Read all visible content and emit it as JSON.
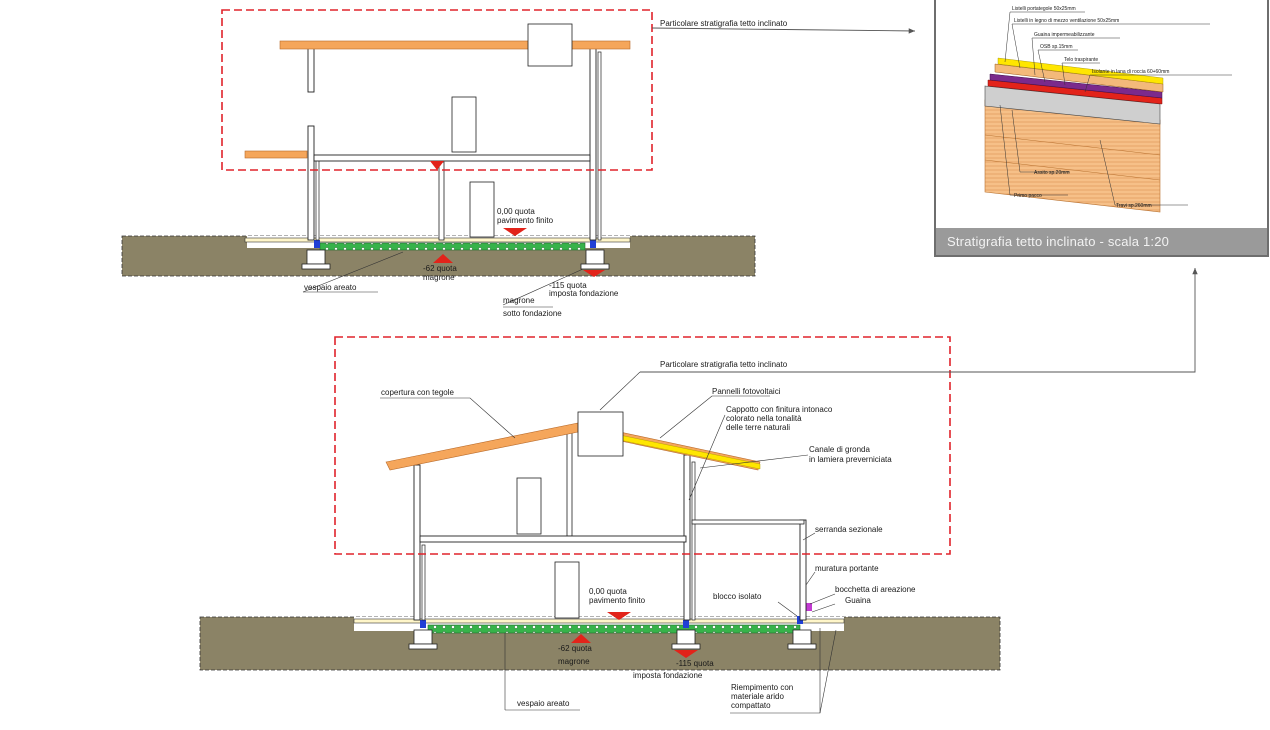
{
  "colors": {
    "ground": "#8b8366",
    "roof_orange": "#f5a65b",
    "solar_yellow": "#ffe600",
    "gravel_green": "#37b34a",
    "dashed_red": "#e0232b",
    "pad_red": "#e2231a",
    "pipe_blue": "#1f3fd6",
    "inset_banner": "#9a9a9a",
    "inset_border": "#6e6e6e",
    "arrow_line": "#555555",
    "purple_membrane": "#7b2a8c",
    "beam_orange": "#f3b97a"
  },
  "top_section": {
    "callout_roof_detail": "Particolare stratigrafia tetto inclinato",
    "level_floor": "0,00 quota",
    "level_floor_2": "pavimento finito",
    "level_magrone": "-62 quota",
    "level_magrone_2": "magrone",
    "level_foundation": "-115 quota",
    "level_foundation_2": "imposta fondazione",
    "vespaio": "vespaio areato",
    "magrone_note": "magrone",
    "magrone_note_2": "sotto fondazione"
  },
  "bottom_section": {
    "callout_roof_detail": "Particolare stratigrafia tetto inclinato",
    "roof_tiles": "copertura con tegole",
    "solar": "Pannelli fotovoltaici",
    "cappotto_1": "Cappotto con finitura intonaco",
    "cappotto_2": "colorato nella tonalità",
    "cappotto_3": "delle terre naturali",
    "gutter_1": "Canale di gronda",
    "gutter_2": "in lamiera preverniciata",
    "door": "serranda sezionale",
    "wall": "muratura portante",
    "blocco": "blocco isolato",
    "bocchetta": "bocchetta di areazione",
    "guaina": "Guaina",
    "level_floor": "0,00 quota",
    "level_floor_2": "pavimento finito",
    "level_magrone": "-62 quota",
    "level_magrone_2": "magrone",
    "level_foundation": "-115 quota",
    "level_foundation_2": "imposta fondazione",
    "riempimento_1": "Riempimento con",
    "riempimento_2": "materiale arido",
    "riempimento_3": "compattato",
    "vespaio": "vespaio areato"
  },
  "inset": {
    "title": "Stratigrafia tetto inclinato - scala 1:20",
    "layers": [
      "Listelli portategole 50x25mm",
      "Listelli in legno di mezzo ventilazione 50x25mm",
      "Guaina impermeabilizzante",
      "OSB sp.15mm",
      "Telo traspirante",
      "Isolante in lana di roccia 60+60mm"
    ],
    "bottom_labels": [
      "Assito sp.20mm",
      "Travi sp.260mm",
      "Primo pacco"
    ]
  }
}
